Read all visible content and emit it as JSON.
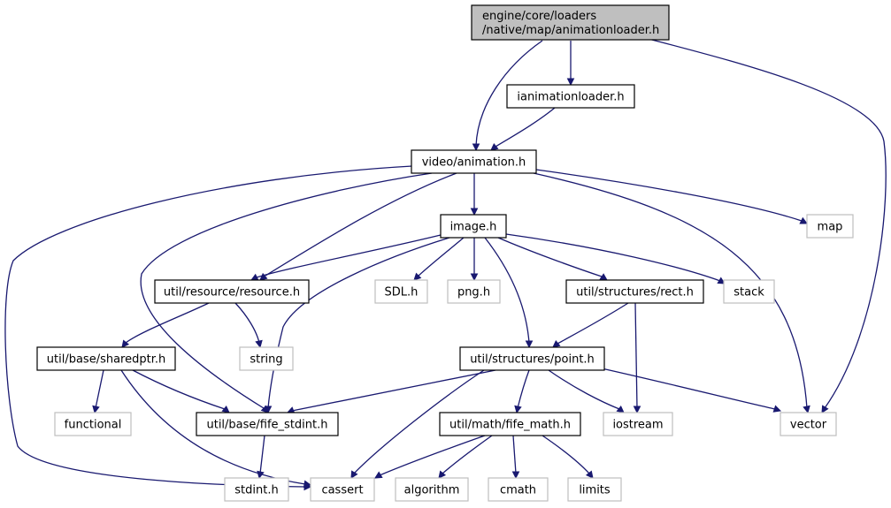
{
  "colors": {
    "edge": "#191970",
    "root_fill": "#bfbfbf",
    "file_border": "#000000",
    "system_border": "#bfbfbf",
    "system_text": "#000000"
  },
  "nodes": [
    {
      "id": "root",
      "kind": "root",
      "lines": [
        "engine/core/loaders",
        "/native/map/animationloader.h"
      ]
    },
    {
      "id": "ianimationloader",
      "kind": "file",
      "lines": [
        "ianimationloader.h"
      ]
    },
    {
      "id": "animation",
      "kind": "file",
      "lines": [
        "video/animation.h"
      ]
    },
    {
      "id": "map",
      "kind": "system",
      "lines": [
        "map"
      ]
    },
    {
      "id": "image",
      "kind": "file",
      "lines": [
        "image.h"
      ]
    },
    {
      "id": "resource",
      "kind": "file",
      "lines": [
        "util/resource/resource.h"
      ]
    },
    {
      "id": "sdl",
      "kind": "system",
      "lines": [
        "SDL.h"
      ]
    },
    {
      "id": "png",
      "kind": "system",
      "lines": [
        "png.h"
      ]
    },
    {
      "id": "rect",
      "kind": "file",
      "lines": [
        "util/structures/rect.h"
      ]
    },
    {
      "id": "stack",
      "kind": "system",
      "lines": [
        "stack"
      ]
    },
    {
      "id": "sharedptr",
      "kind": "file",
      "lines": [
        "util/base/sharedptr.h"
      ]
    },
    {
      "id": "string",
      "kind": "system",
      "lines": [
        "string"
      ]
    },
    {
      "id": "point",
      "kind": "file",
      "lines": [
        "util/structures/point.h"
      ]
    },
    {
      "id": "functional",
      "kind": "system",
      "lines": [
        "functional"
      ]
    },
    {
      "id": "fife_stdint",
      "kind": "file",
      "lines": [
        "util/base/fife_stdint.h"
      ]
    },
    {
      "id": "fife_math",
      "kind": "file",
      "lines": [
        "util/math/fife_math.h"
      ]
    },
    {
      "id": "iostream",
      "kind": "system",
      "lines": [
        "iostream"
      ]
    },
    {
      "id": "vector",
      "kind": "system",
      "lines": [
        "vector"
      ]
    },
    {
      "id": "stdint",
      "kind": "system",
      "lines": [
        "stdint.h"
      ]
    },
    {
      "id": "cassert",
      "kind": "system",
      "lines": [
        "cassert"
      ]
    },
    {
      "id": "algorithm",
      "kind": "system",
      "lines": [
        "algorithm"
      ]
    },
    {
      "id": "cmath",
      "kind": "system",
      "lines": [
        "cmath"
      ]
    },
    {
      "id": "limits",
      "kind": "system",
      "lines": [
        "limits"
      ]
    }
  ],
  "edges": [
    {
      "from": "root",
      "to": "ianimationloader"
    },
    {
      "from": "root",
      "to": "animation"
    },
    {
      "from": "root",
      "to": "vector"
    },
    {
      "from": "ianimationloader",
      "to": "animation"
    },
    {
      "from": "animation",
      "to": "image"
    },
    {
      "from": "animation",
      "to": "resource"
    },
    {
      "from": "animation",
      "to": "fife_stdint"
    },
    {
      "from": "animation",
      "to": "map"
    },
    {
      "from": "animation",
      "to": "vector"
    },
    {
      "from": "animation",
      "to": "cassert"
    },
    {
      "from": "image",
      "to": "resource"
    },
    {
      "from": "image",
      "to": "sdl"
    },
    {
      "from": "image",
      "to": "png"
    },
    {
      "from": "image",
      "to": "rect"
    },
    {
      "from": "image",
      "to": "stack"
    },
    {
      "from": "image",
      "to": "point"
    },
    {
      "from": "image",
      "to": "fife_stdint"
    },
    {
      "from": "resource",
      "to": "sharedptr"
    },
    {
      "from": "resource",
      "to": "string"
    },
    {
      "from": "rect",
      "to": "point"
    },
    {
      "from": "rect",
      "to": "iostream"
    },
    {
      "from": "sharedptr",
      "to": "functional"
    },
    {
      "from": "sharedptr",
      "to": "fife_stdint"
    },
    {
      "from": "sharedptr",
      "to": "cassert"
    },
    {
      "from": "point",
      "to": "fife_stdint"
    },
    {
      "from": "point",
      "to": "fife_math"
    },
    {
      "from": "point",
      "to": "iostream"
    },
    {
      "from": "point",
      "to": "vector"
    },
    {
      "from": "point",
      "to": "cassert"
    },
    {
      "from": "fife_stdint",
      "to": "stdint"
    },
    {
      "from": "fife_math",
      "to": "cassert"
    },
    {
      "from": "fife_math",
      "to": "algorithm"
    },
    {
      "from": "fife_math",
      "to": "cmath"
    },
    {
      "from": "fife_math",
      "to": "limits"
    }
  ]
}
